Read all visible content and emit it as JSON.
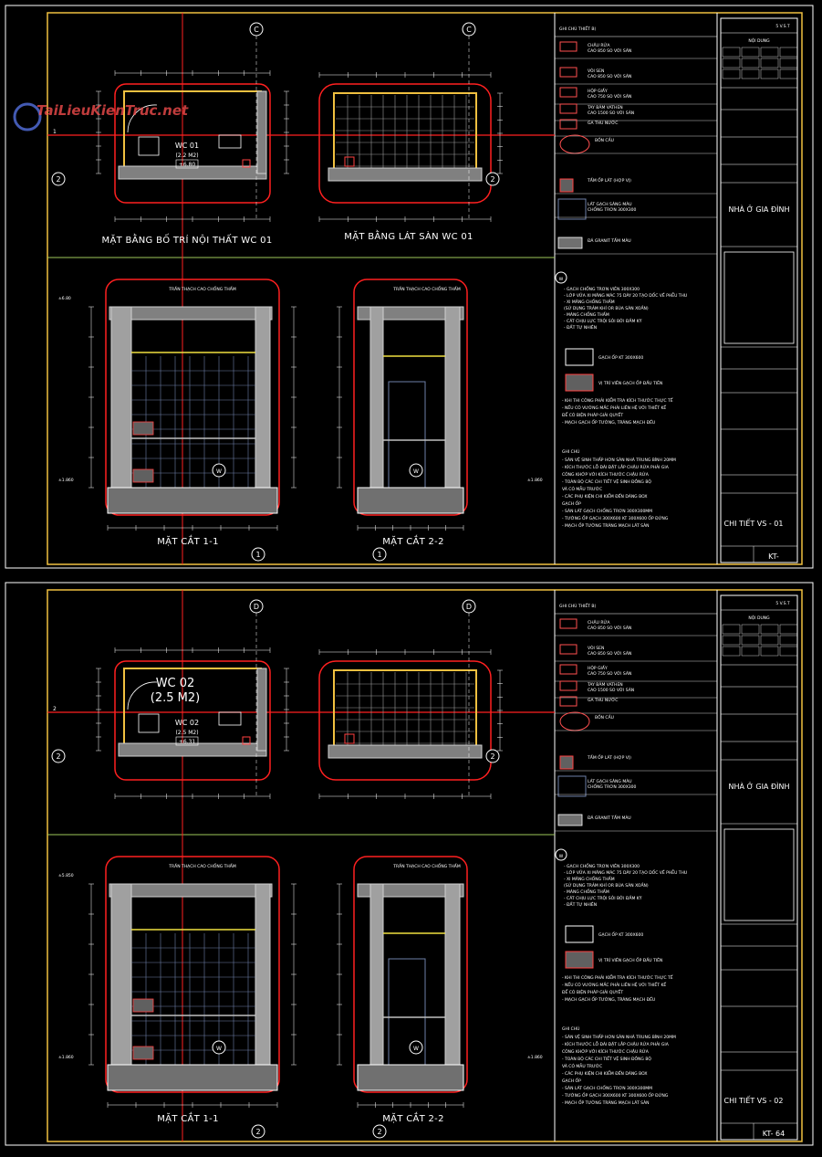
{
  "watermark": "TaiLieuKienTruc.net",
  "sheet1": {
    "plan_titles": [
      "MẶT BẰNG BỐ TRÍ NỘI THẤT WC 01",
      "MẶT BẰNG LÁT SÀN WC 01"
    ],
    "room_label": "WC 01",
    "room_area": "(2.2 M2)",
    "room_level": "+6.80",
    "section_titles": [
      "MẶT CẮT 1-1",
      "MẶT CẮT 2-2"
    ],
    "section_note": "TRẦN THẠCH CAO CHỐNG THẤM",
    "grid_top": "C",
    "grid_left": "2",
    "grid_right": "2",
    "grid_bottom": "1",
    "level_top": "±6.80",
    "level_bottom": "±1.860",
    "drain_tag": "W",
    "sheet_name": "CHI TIẾT VS - 01",
    "sheet_number": "KT-"
  },
  "sheet2": {
    "plan_titles": [],
    "room_label": "WC 02",
    "room_area": "(2.5 M2)",
    "room_level": "+6.31",
    "section_titles": [
      "MẶT CẮT 1-1",
      "MẶT CẮT 2-2"
    ],
    "section_note": "TRẦN THẠCH CAO CHỐNG THẤM",
    "grid_top": "D",
    "grid_left": "2",
    "grid_right": "2",
    "grid_bottom": "2",
    "level_top": "±5.850",
    "level_bottom": "±1.860",
    "drain_tag": "W",
    "sheet_name": "CHI TIẾT VS - 02",
    "sheet_number": "KT- 64"
  },
  "legend": {
    "heading": "GHI CHÚ THIẾT BỊ",
    "items": [
      {
        "name": "CHẬU RỬA",
        "desc": "CAO 850 SO VỚI SÀN"
      },
      {
        "name": "VÒI SEN",
        "desc": "CAO 850 SO VỚI SÀN"
      },
      {
        "name": "HỘP GIẤY",
        "desc": "CAO 750 SO VỚI SÀN"
      },
      {
        "name": "TAY BÁM VATHEN",
        "desc": "CAO 1500 SO VỚI SÀN"
      },
      {
        "name": "GA THU NƯỚC",
        "desc": ""
      },
      {
        "name": "BỒN CẦU",
        "desc": ""
      },
      {
        "name": "TẤM ỐP LÁT (HỢP VỊ)",
        "desc": ""
      },
      {
        "name": "LÁT GẠCH SÀNG MÀU",
        "desc": "CHỐNG TRƠN 300X300"
      },
      {
        "name": "ĐÁ GRANIT TẤM MÀU",
        "desc": ""
      }
    ],
    "w_notes": [
      "- GẠCH CHỐNG TRƠN VIÊN 300X300",
      "- LỚP VỮA XI MĂNG MÁC 75 DÀY 20 TẠO DỐC VỀ PHỄU THU",
      "- XI MĂNG CHỐNG THẤM",
      "  (SỬ DỤNG TRẢM KHÍ OR BÙA SÀN XOẮN)",
      "- MÀNG CHỐNG THẤM",
      "- CÁT CHỊU LỰC TRỘI SỎI BỞI ĐẦM KỸ",
      "- ĐẤT TỰ NHIÊN"
    ],
    "tile_wall": "GẠCH ỐP KT 300X600",
    "tile_position": "VỊ TRÍ VIÊN GẠCH ỐP ĐẦU TIÊN",
    "notes_a": [
      "- KHI THI CÔNG PHẢI KIỂM TRA KÍCH THƯỚC THỰC TẾ",
      "- NẾU CÓ VƯỚNG MẮC PHẢI LIÊN HỆ VỚI THIẾT KẾ",
      "  ĐỂ CÓ BIỆN PHÁP GIẢI QUYẾT",
      "- MẠCH GẠCH ỐP TƯỜNG, TRÁNG MẠCH ĐỀU"
    ],
    "notes_heading": "GHI CHÚ",
    "notes_b": [
      "- SÀN VỆ SINH THẤP HƠN SÀN NHÀ TRUNG BÌNH 20MM",
      "- KÍCH THƯỚC LỖ ĐÀI ĐẶT LẮP CHẬU RỬA PHẢI GIA",
      "  CÔNG KHỚP VỚI KÍCH THƯỚC CHẬU RỬA",
      "- TOÀN BỘ CÁC CHI TIẾT VỆ SINH ĐỒNG BỘ",
      "  VÀ CÓ MẪU TRƯỚC",
      "- CÁC PHỤ KIỆN CHI KIỂM ĐẾN DÀNG BOX",
      "  GẠCH ỐP",
      "- SÀN LÁT GẠCH CHỐNG TRƠN 300X300MM",
      "- TƯỜNG ỐP GẠCH 300X600 KT 300X600 ỐP ĐỨNG",
      "- MẠCH ỐP TƯỜNG TRÁNG MẠCH LÁT SÀN"
    ]
  },
  "title_block": {
    "top_code": "5 V.S.T",
    "revision": "NỘI DUNG",
    "project": "NHÀ Ở GIA ĐÌNH"
  }
}
